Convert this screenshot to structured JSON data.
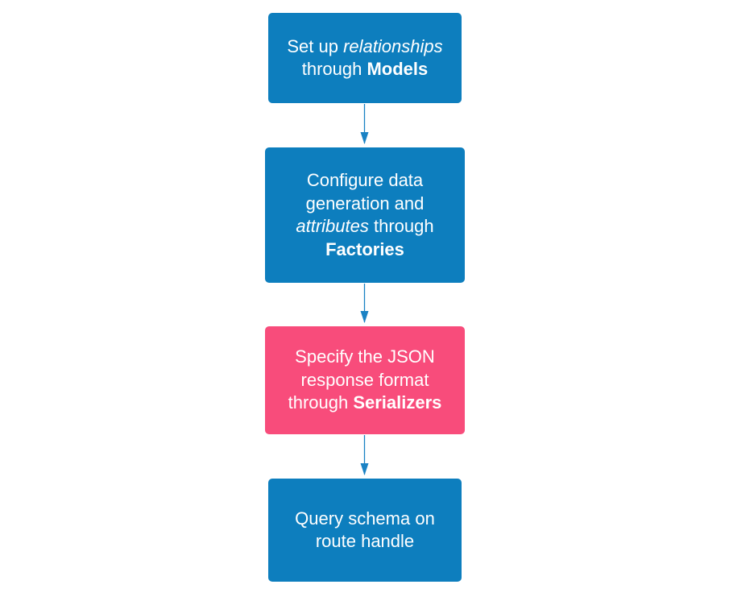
{
  "colors": {
    "step_blue": "#0d7ebe",
    "step_pink": "#f84c7b",
    "arrow": "#1a82c4",
    "text": "#ffffff"
  },
  "steps": [
    {
      "id": "models",
      "color": "#0d7ebe",
      "lines": [
        [
          {
            "text": "Set up "
          },
          {
            "text": "relationships",
            "style": "italic"
          }
        ],
        [
          {
            "text": "through "
          },
          {
            "text": "Models",
            "style": "bold"
          }
        ]
      ]
    },
    {
      "id": "factories",
      "color": "#0d7ebe",
      "lines": [
        [
          {
            "text": "Configure data"
          }
        ],
        [
          {
            "text": "generation and"
          }
        ],
        [
          {
            "text": "attributes",
            "style": "italic"
          },
          {
            "text": " through"
          }
        ],
        [
          {
            "text": "Factories",
            "style": "bold"
          }
        ]
      ]
    },
    {
      "id": "serializers",
      "color": "#f84c7b",
      "lines": [
        [
          {
            "text": "Specify the JSON"
          }
        ],
        [
          {
            "text": "response format"
          }
        ],
        [
          {
            "text": "through "
          },
          {
            "text": "Serializers",
            "style": "bold"
          }
        ]
      ]
    },
    {
      "id": "route-handle",
      "color": "#0d7ebe",
      "lines": [
        [
          {
            "text": "Query schema on"
          }
        ],
        [
          {
            "text": "route handle"
          }
        ]
      ]
    }
  ]
}
